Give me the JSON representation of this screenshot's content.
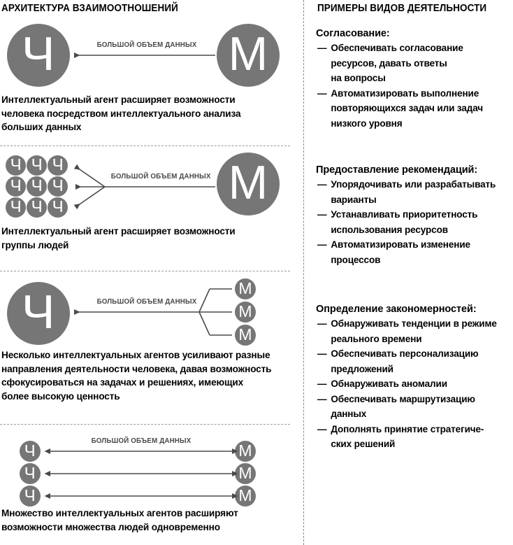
{
  "left": {
    "header": "АРХИТЕКТУРА ВЗАИМООТНОШЕНИЙ",
    "flow_label": "БОЛЬШОЙ ОБЪЕМ ДАННЫХ",
    "glyph_human": "Ч",
    "glyph_machine": "М",
    "blocks": [
      {
        "id": "one-to-one",
        "label": "БОЛЬШОЙ ОБЪЕМ ДАННЫХ",
        "caption": "Интеллектуальный агент расширяет возможности\nчеловека посредством интеллектуального анализа\nбольших данных"
      },
      {
        "id": "one-to-many-humans",
        "label": "БОЛЬШОЙ ОБЪЕМ ДАННЫХ",
        "caption": "Интеллектуальный агент расширяет возможности\nгруппы людей"
      },
      {
        "id": "many-agents-to-one-human",
        "label": "БОЛЬШОЙ ОБЪЕМ ДАННЫХ",
        "caption": "Несколько интеллектуальных агентов усиливают разные\nнаправления деятельности человека, давая возможность\nсфокусироваться на задачах и решениях, имеющих\nболее высокую ценность"
      },
      {
        "id": "many-to-many",
        "label": "БОЛЬШОЙ ОБЪЕМ ДАННЫХ",
        "caption": "Множество интеллектуальных агентов расширяют\nвозможности множества людей одновременно"
      }
    ]
  },
  "right": {
    "header": "ПРИМЕРЫ ВИДОВ ДЕЯТЕЛЬНОСТИ",
    "dash": "—",
    "groups": [
      {
        "title": "Согласование:",
        "items": [
          "Обеспечивать согласование\nресурсов, давать ответы\nна вопросы",
          "Автоматизировать выполнение\nповторяющихся задач или задач\nнизкого уровня"
        ]
      },
      {
        "title": "Предоставление рекомендаций:",
        "items": [
          "Упорядочивать или разрабатывать\nварианты",
          "Устанавливать приоритетность\nиспользования ресурсов",
          "Автоматизировать изменение\nпроцессов"
        ]
      },
      {
        "title": "Определение закономерностей:",
        "items": [
          "Обнаруживать тенденции в режиме\nреального времени",
          "Обеспечивать персонализацию\nпредложений",
          "Обнаруживать аномалии",
          "Обеспечивать маршрутизацию\nданных",
          "Дополнять принятие стратегиче-\nских решений"
        ]
      }
    ]
  },
  "colors": {
    "circle_fill": "#767676",
    "circle_text": "#ffffff",
    "arrow": "#4a4a4a",
    "divider": "#9a9a9a",
    "text": "#000000"
  }
}
